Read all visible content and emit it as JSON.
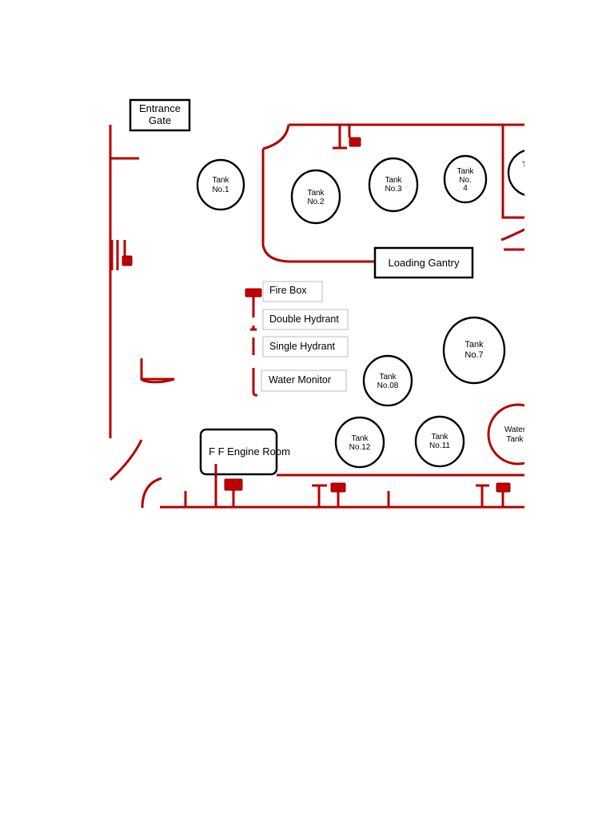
{
  "entrance_gate": {
    "line1": "Entrance",
    "line2": "Gate"
  },
  "loading_gantry": "Loading Gantry",
  "engine_room": "F F Engine Room",
  "legend": {
    "fire_box": "Fire Box",
    "double_hydrant": "Double Hydrant",
    "single_hydrant": "Single Hydrant",
    "water_monitor": "Water Monitor"
  },
  "tanks": {
    "t1": {
      "line1": "Tank",
      "line2": "No.1",
      "line3": ""
    },
    "t2": {
      "line1": "Tank",
      "line2": "No.2",
      "line3": ""
    },
    "t3": {
      "line1": "Tank",
      "line2": "No.3",
      "line3": ""
    },
    "t4": {
      "line1": "Tank",
      "line2": "No.",
      "line3": "4"
    },
    "t5": {
      "line1": "T",
      "line2": "",
      "line3": ""
    },
    "t7": {
      "line1": "Tank",
      "line2": "No.7",
      "line3": ""
    },
    "t8": {
      "line1": "Tank",
      "line2": "No.08",
      "line3": ""
    },
    "t11": {
      "line1": "Tank",
      "line2": "No.11",
      "line3": ""
    },
    "t12": {
      "line1": "Tank",
      "line2": "No.12",
      "line3": ""
    },
    "water": {
      "line1": "Water",
      "line2": "Tank",
      "line3": ""
    }
  },
  "colors": {
    "pipe": "#b30000",
    "fire_box": "#c00000",
    "outline": "#000000"
  }
}
